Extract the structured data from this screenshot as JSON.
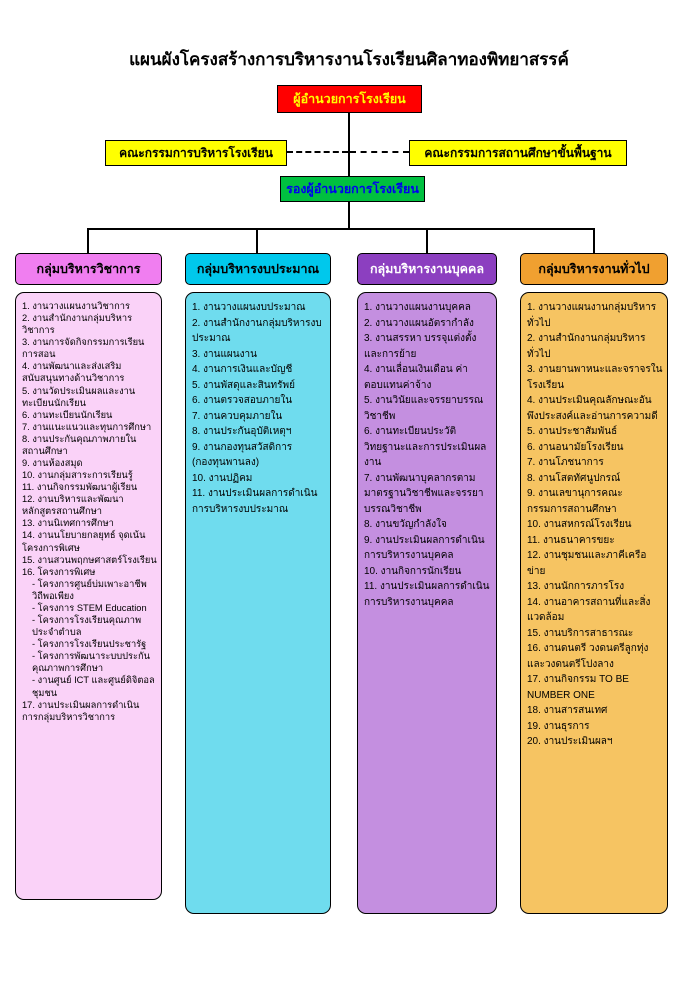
{
  "title": "แผนผังโครงสร้างการบริหารงานโรงเรียนศิลาทองพิทยาสรรค์",
  "nodes": {
    "director": {
      "label": "ผู้อำนวยการโรงเรียน",
      "bg": "#ff0000",
      "fg": "#ffff00"
    },
    "management_committee": {
      "label": "คณะกรรมการบริหารโรงเรียน",
      "bg": "#ffff00",
      "fg": "#000000"
    },
    "basic_education_committee": {
      "label": "คณะกรรมการสถานศึกษาขั้นพื้นฐาน",
      "bg": "#ffff00",
      "fg": "#000000"
    },
    "deputy": {
      "label": "รองผู้อำนวยการโรงเรียน",
      "bg": "#00c040",
      "fg": "#0000f0"
    }
  },
  "connector_color": "#000000",
  "groups": [
    {
      "header": "กลุ่มบริหารวิชาการ",
      "header_bg": "#f07ef0",
      "header_fg": "#000000",
      "body_bg": "#fad2f8",
      "items": [
        "1. งานวางแผนงานวิชาการ",
        "2. งานสำนักงานกลุ่มบริหารวิชาการ",
        "3. งานการจัดกิจกรรมการเรียนการสอน",
        "4. งานพัฒนาและส่งเสริมสนับสนุนทางด้านวิชาการ",
        "5. งานวัดประเมินผลและงานทะเบียนนักเรียน",
        "6. งานทะเบียนนักเรียน",
        "7. งานแนะแนวและทุนการศึกษา",
        "8. งานประกันคุณภาพภายในสถานศึกษา",
        "9. งานห้องสมุด",
        "10. งานกลุ่มสาระการเรียนรู้",
        "11. งานกิจกรรมพัฒนาผู้เรียน",
        "12. งานบริหารและพัฒนาหลักสูตรสถานศึกษา",
        "13. งานนิเทศการศึกษา",
        "14. งานนโยบายกลยุทธ์ จุดเน้นโครงการพิเศษ",
        "15. งานสวนพฤกษศาสตร์โรงเรียน",
        "16. โครงการพิเศษ",
        "- โครงการศูนย์บ่มเพาะอาชีพวิถีพอเพียง",
        "- โครงการ STEM Education",
        "- โครงการโรงเรียนคุณภาพประจำตำบล",
        "- โครงการโรงเรียนประชารัฐ",
        "- โครงการพัฒนาระบบประกันคุณภาพการศึกษา",
        "- งานศูนย์ ICT และศูนย์ดิจิตอลชุมชน",
        "17. งานประเมินผลการดำเนินการกลุ่มบริหารวิชาการ"
      ]
    },
    {
      "header": "กลุ่มบริหารงบประมาณ",
      "header_bg": "#00c8ec",
      "header_fg": "#000000",
      "body_bg": "#6fdcee",
      "items": [
        "1. งานวางแผนงบประมาณ",
        "2. งานสำนักงานกลุ่มบริหารงบประมาณ",
        "3. งานแผนงาน",
        "4. งานการเงินและบัญชี",
        "5. งานพัสดุและสินทรัพย์",
        "6. งานตรวจสอบภายใน",
        "7. งานควบคุมภายใน",
        "8. งานประกันอุบัติเหตุฯ",
        "9. งานกองทุนสวัสดิการ (กองทุนพานลง)",
        "10. งานปฏิคม",
        "11. งานประเมินผลการดำเนินการบริหารงบประมาณ"
      ]
    },
    {
      "header": "กลุ่มบริหารงานบุคคล",
      "header_bg": "#8c3fc0",
      "header_fg": "#ffffff",
      "body_bg": "#c48fe0",
      "items": [
        "1. งานวางแผนงานบุคคล",
        "2. งานวางแผนอัตรากำลัง",
        "3. งานสรรหา บรรจุแต่งตั้งและการย้าย",
        "4. งานเลื่อนเงินเดือน ค่าตอบแทนค่าจ้าง",
        "5. งานวินัยและจรรยาบรรณวิชาชีพ",
        "6. งานทะเบียนประวัติ วิทยฐานะและการประเมินผลงาน",
        "7. งานพัฒนาบุคลากรตามมาตรฐานวิชาชีพและจรรยาบรรณวิชาชีพ",
        "8. งานขวัญกำลังใจ",
        "9. งานประเมินผลการดำเนินการบริหารงานบุคคล",
        "10. งานกิจการนักเรียน",
        "11. งานประเมินผลการดำเนินการบริหารงานบุคคล"
      ]
    },
    {
      "header": "กลุ่มบริหารงานทั่วไป",
      "header_bg": "#f0a030",
      "header_fg": "#000000",
      "body_bg": "#f6c462",
      "items": [
        "1. งานวางแผนงานกลุ่มบริหารทั่วไป",
        "2. งานสำนักงานกลุ่มบริหารทั่วไป",
        "3. งานยานพาหนะและจราจรในโรงเรียน",
        "4. งานประเมินคุณลักษณะอันพึงประสงค์และอ่านการความดี",
        "5. งานประชาสัมพันธ์",
        "6. งานอนามัยโรงเรียน",
        "7. งานโภชนาการ",
        "8. งานโสตทัศนูปกรณ์",
        "9. งานเลขานุการคณะกรรมการสถานศึกษา",
        "10. งานสหกรณ์โรงเรียน",
        "11. งานธนาคารขยะ",
        "12. งานชุมชนและภาคีเครือข่าย",
        "13. งานนักการภารโรง",
        "14. งานอาคารสถานที่และสิ่งแวดล้อม",
        "15. งานบริการสาธารณะ",
        "16. งานดนตรี วงดนตรีลูกทุ่งและวงดนตรีโปงลาง",
        "17. งานกิจกรรม TO BE NUMBER ONE",
        "18. งานสารสนเทศ",
        "19. งานธุรการ",
        "20. งานประเมินผลฯ"
      ]
    }
  ]
}
